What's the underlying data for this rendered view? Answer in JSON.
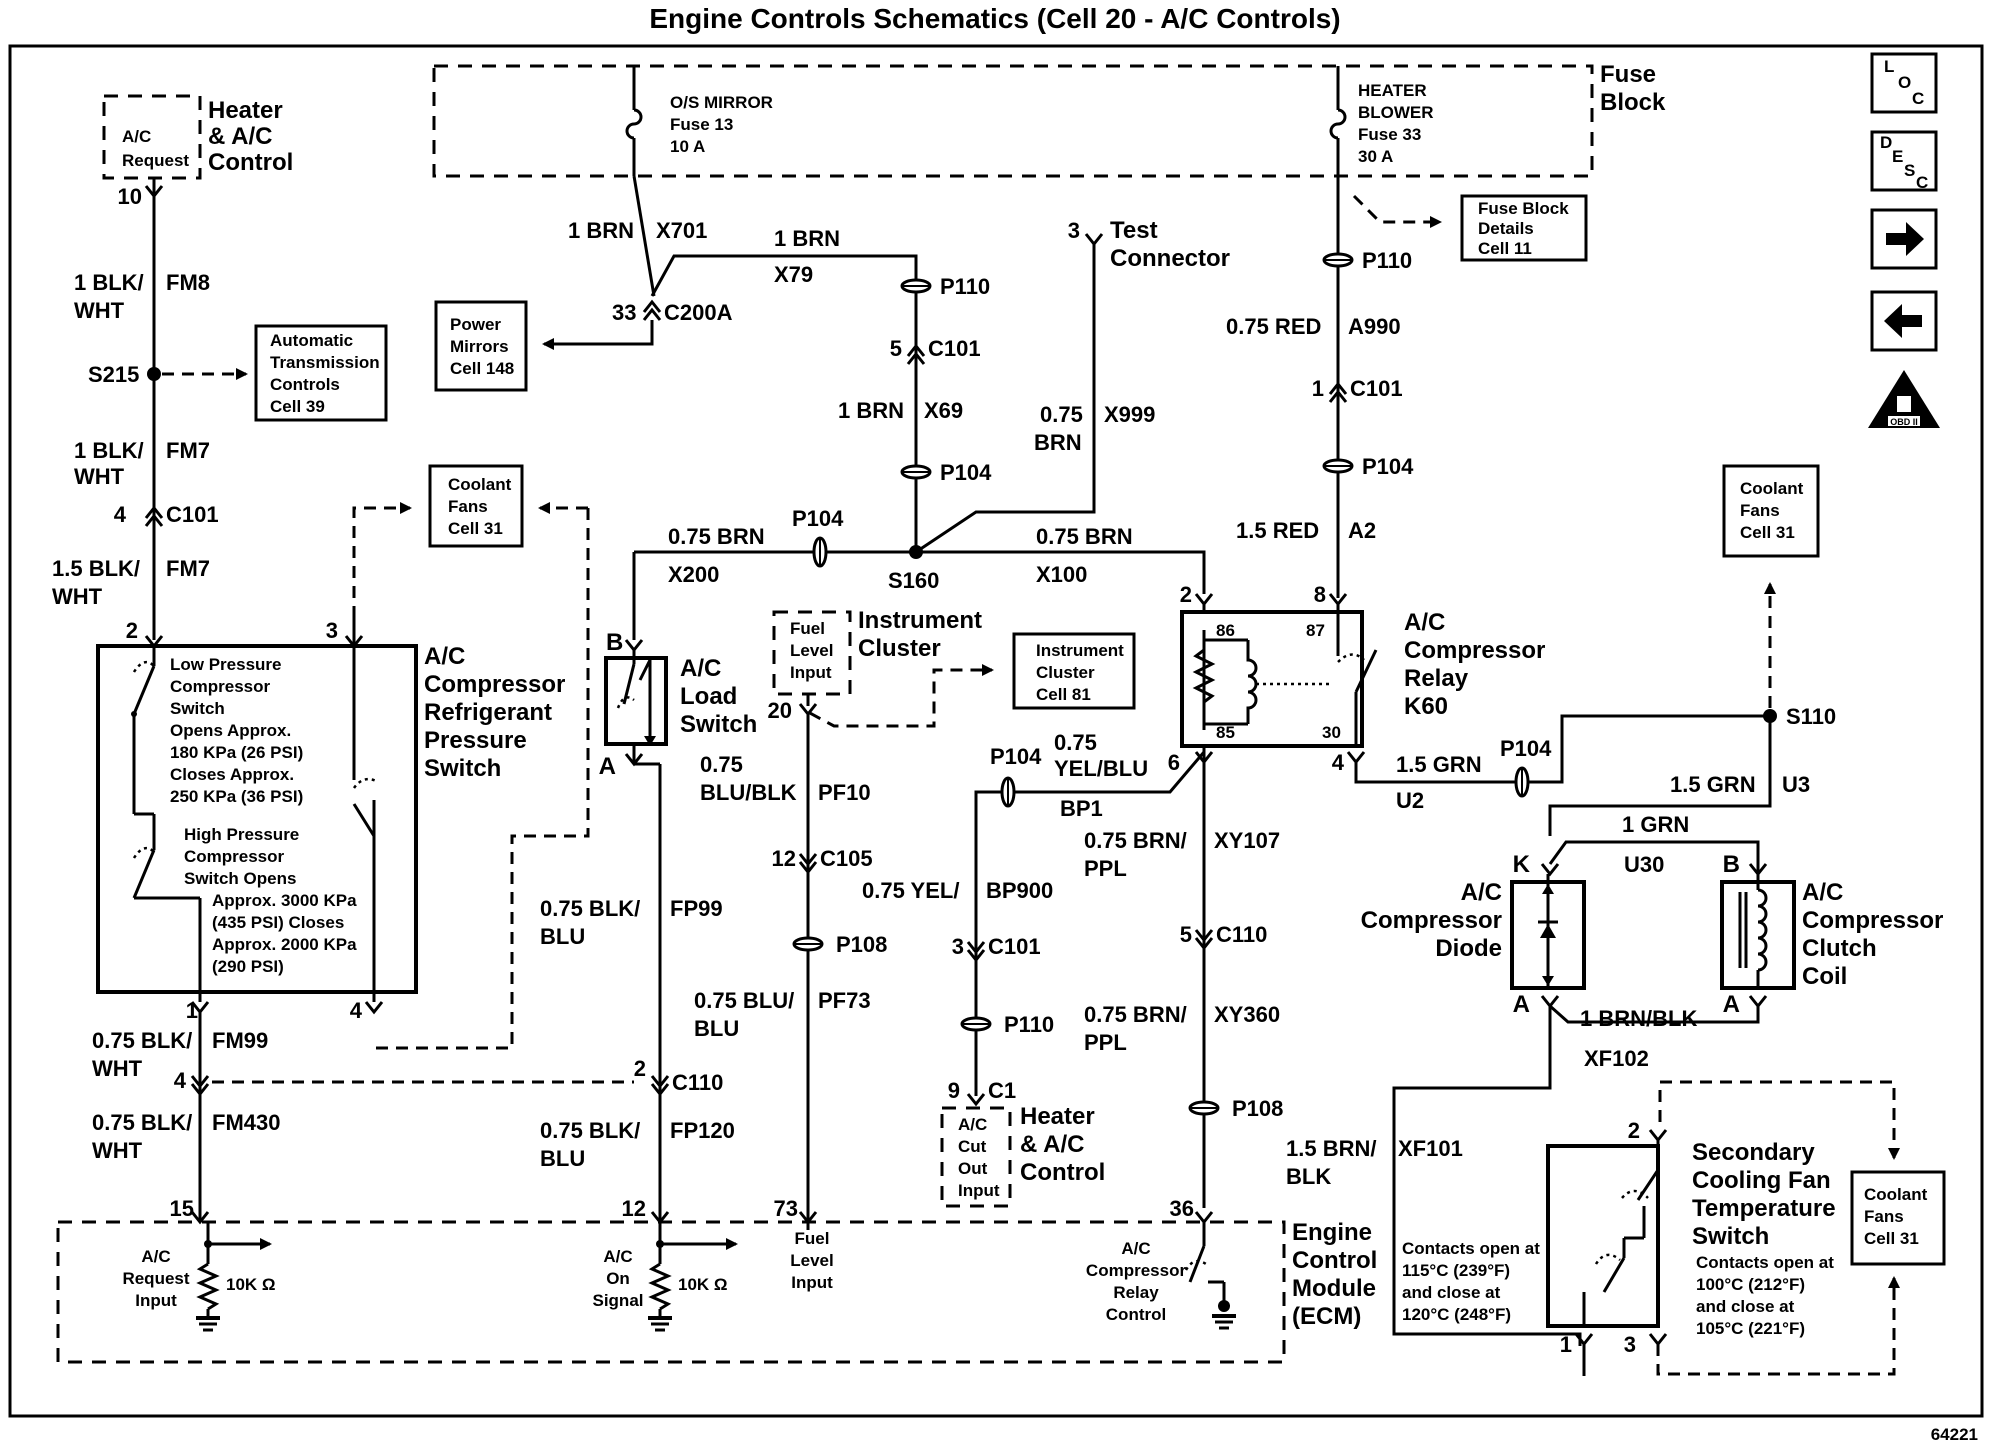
{
  "title": "Engine Controls Schematics (Cell 20 - A/C Controls)",
  "figure_id": "64221",
  "nav": {
    "loc": [
      "L",
      "O",
      "C"
    ],
    "desc": [
      "D",
      "E",
      "S",
      "C"
    ],
    "obd": "OBD II"
  },
  "fuse_block": {
    "label": [
      "Fuse",
      "Block"
    ],
    "mirror_fuse": [
      "O/S MIRROR",
      "Fuse 13",
      "10 A"
    ],
    "blower_fuse": [
      "HEATER",
      "BLOWER",
      "Fuse 33",
      "30 A"
    ]
  },
  "refs": {
    "fuse_block_details": [
      "Fuse Block",
      "Details",
      "Cell 11"
    ],
    "power_mirrors": [
      "Power",
      "Mirrors",
      "Cell 148"
    ],
    "auto_trans": [
      "Automatic",
      "Transmission",
      "Controls",
      "Cell 39"
    ],
    "coolant_fans_left": [
      "Coolant",
      "Fans",
      "Cell 31"
    ],
    "coolant_fans_right": [
      "Coolant",
      "Fans",
      "Cell 31"
    ],
    "coolant_fans_bottom": [
      "Coolant",
      "Fans",
      "Cell 31"
    ],
    "instrument_cluster_cell": [
      "Instrument",
      "Cluster",
      "Cell 81"
    ]
  },
  "components": {
    "heater_ac_top": [
      "Heater",
      "& A/C",
      "Control"
    ],
    "ac_request_small": [
      "A/C",
      "Request"
    ],
    "pressure_switch": [
      "A/C",
      "Compressor",
      "Refrigerant",
      "Pressure",
      "Switch"
    ],
    "low_pressure_text": [
      "Low Pressure",
      "Compressor",
      "Switch",
      "Opens Approx.",
      "180 KPa (26 PSI)",
      "Closes Approx.",
      "250 KPa (36 PSI)"
    ],
    "high_pressure_text": [
      "High Pressure",
      "Compressor",
      "Switch Opens",
      "Approx. 3000 KPa",
      "(435 PSI) Closes",
      "Approx. 2000 KPa",
      "(290 PSI)"
    ],
    "load_switch": [
      "A/C",
      "Load",
      "Switch"
    ],
    "instrument_cluster": [
      "Instrument",
      "Cluster"
    ],
    "fuel_level_input": [
      "Fuel",
      "Level",
      "Input"
    ],
    "test_connector": [
      "Test",
      "Connector"
    ],
    "relay": [
      "A/C",
      "Compressor",
      "Relay",
      "K60"
    ],
    "diode": [
      "A/C",
      "Compressor",
      "Diode"
    ],
    "clutch_coil": [
      "A/C",
      "Compressor",
      "Clutch",
      "Coil"
    ],
    "heater_ac_bottom": [
      "Heater",
      "& A/C",
      "Control"
    ],
    "ac_cutout_input": [
      "A/C",
      "Cut",
      "Out",
      "Input"
    ],
    "ecm": [
      "Engine",
      "Control",
      "Module",
      "(ECM)"
    ],
    "ecm_ac_request": [
      "A/C",
      "Request",
      "Input"
    ],
    "ecm_ac_on": [
      "A/C",
      "On",
      "Signal"
    ],
    "ecm_fuel_level": [
      "Fuel",
      "Level",
      "Input"
    ],
    "ecm_relay_control": [
      "A/C",
      "Compressor",
      "Relay",
      "Control"
    ],
    "resistor_value": "10K Ω",
    "fan_switch": [
      "Secondary",
      "Cooling Fan",
      "Temperature",
      "Switch"
    ],
    "fan_switch_right_text": [
      "Contacts open at",
      "100°C (212°F)",
      "and close at",
      "105°C (221°F)"
    ],
    "fan_switch_left_text": [
      "Contacts open at",
      "115°C (239°F)",
      "and close at",
      "120°C (248°F)"
    ]
  },
  "wires": {
    "fm8": [
      "1 BLK/",
      "WHT"
    ],
    "fm8_id": "FM8",
    "fm7a": [
      "1 BLK/",
      "WHT"
    ],
    "fm7a_id": "FM7",
    "fm7b": [
      "1.5 BLK/",
      "WHT"
    ],
    "fm7b_id": "FM7",
    "fm99": [
      "0.75 BLK/",
      "WHT"
    ],
    "fm99_id": "FM99",
    "fm430": [
      "0.75 BLK/",
      "WHT"
    ],
    "fm430_id": "FM430",
    "x701": "1 BRN",
    "x701_id": "X701",
    "x79": "1 BRN",
    "x79_id": "X79",
    "x69": "1 BRN",
    "x69_id": "X69",
    "x999": [
      "0.75",
      "BRN"
    ],
    "x999_id": "X999",
    "x200": "0.75 BRN",
    "x200_id": "X200",
    "x100": "0.75 BRN",
    "x100_id": "X100",
    "a990": "0.75 RED",
    "a990_id": "A990",
    "a2": "1.5 RED",
    "a2_id": "A2",
    "u2": "1.5 GRN",
    "u2_id": "U2",
    "u3": "1.5 GRN",
    "u3_id": "U3",
    "u30": "1 GRN",
    "u30_id": "U30",
    "xf102": "1 BRN/BLK",
    "xf102_id": "XF102",
    "xf101": [
      "1.5 BRN/",
      "BLK"
    ],
    "xf101_id": "XF101",
    "fp99": [
      "0.75 BLK/",
      "BLU"
    ],
    "fp99_id": "FP99",
    "fp120": [
      "0.75 BLK/",
      "BLU"
    ],
    "fp120_id": "FP120",
    "pf10": [
      "0.75",
      "BLU/BLK"
    ],
    "pf10_id": "PF10",
    "pf73": [
      "0.75 BLU/",
      "BLU"
    ],
    "pf73_id": "PF73",
    "bp1": [
      "0.75",
      "YEL/BLU"
    ],
    "bp1_id": "BP1",
    "bp900": "0.75 YEL/",
    "bp900_id": "BP900",
    "xy107": [
      "0.75 BRN/",
      "PPL"
    ],
    "xy107_id": "XY107",
    "xy360": [
      "0.75 BRN/",
      "PPL"
    ],
    "xy360_id": "XY360"
  },
  "connectors": {
    "p10": "10",
    "s215": "S215",
    "c101_4": "4",
    "c101": "C101",
    "p2": "2",
    "p3": "3",
    "p1": "1",
    "p4": "4",
    "c110_4": "4",
    "c110_2": "2",
    "c110": "C110",
    "p15": "15",
    "p12": "12",
    "p73": "73",
    "p36": "36",
    "c200a_33": "33",
    "c200a": "C200A",
    "p110": "P110",
    "c101_5": "5",
    "p104": "P104",
    "p104_mid": "P104",
    "s160": "S160",
    "test_3": "3",
    "pB": "B",
    "pA": "A",
    "p20": "20",
    "c105_12": "12",
    "c105": "C105",
    "p108": "P108",
    "p104_bp": "P104",
    "c101_3": "3",
    "c1_9": "9",
    "c1": "C1",
    "relay_2": "2",
    "relay_8": "8",
    "relay_6": "6",
    "relay_4": "4",
    "relay_86": "86",
    "relay_85": "85",
    "relay_87": "87",
    "relay_30": "30",
    "c110_5": "5",
    "c101_1": "1",
    "p104_u2": "P104",
    "s110": "S110",
    "diode_K": "K",
    "diode_A": "A",
    "clutch_B": "B",
    "clutch_A": "A",
    "fan_2": "2",
    "fan_1": "1",
    "fan_3": "3"
  }
}
